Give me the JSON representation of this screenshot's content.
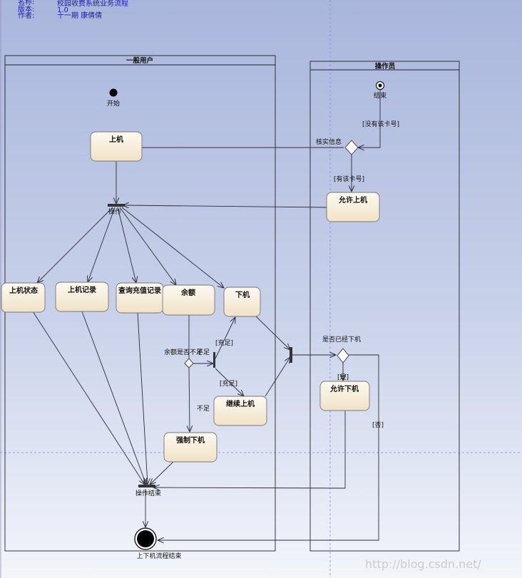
{
  "header": {
    "line1_key": "名称:",
    "line1_value": "校园收费系统业务流程",
    "line2_key": "版本:",
    "line2_value": "1.0",
    "line3_key": "作者:",
    "line3_value": "十一期 康倩倩"
  },
  "swimlanes": {
    "user": "一般用户",
    "operator": "操作员"
  },
  "nodes": {
    "start": "开始",
    "operator_start": "结束",
    "fork_operate": "操作",
    "end_operate": "操作结束",
    "final": "上下机流程结束"
  },
  "activities": {
    "login": "上机",
    "allow_login": "允许上机",
    "status": "上机状态",
    "records": "上机记录",
    "recharge_query": "查询充值记录",
    "balance": "余额",
    "logout": "下机",
    "continue": "继续上机",
    "force_logout": "强制下机",
    "allow_logout": "允许下机"
  },
  "labels": {
    "no_card": "[没有该卡号]",
    "verify": "核实信息",
    "has_card": "[有该卡号]",
    "balance_check": "余额是否不足",
    "enough1": "[充足]",
    "enough2": "[充足]",
    "insufficient": "不足",
    "already_logout": "是否已经下机",
    "yes": "[是]",
    "no": "[否]"
  },
  "watermark": "http://blog.csdn.net/"
}
